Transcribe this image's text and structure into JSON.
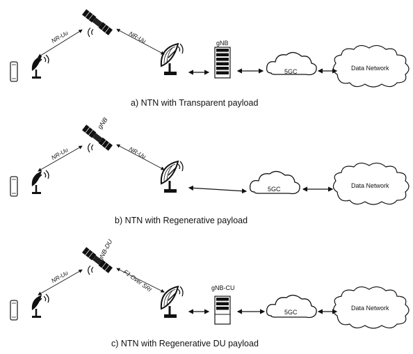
{
  "diagrams": [
    {
      "caption": "a)   NTN with Transparent payload",
      "link_left": "NR-Uu",
      "link_right": "NR-Uu",
      "satellite_label": "",
      "ground_label": "gNB",
      "core": "5GC",
      "network": "Data Network"
    },
    {
      "caption": "b)   NTN with Regenerative payload",
      "link_left": "NR-Uu",
      "link_right": "NR-Uu",
      "satellite_label": "gNB",
      "ground_label": "",
      "core": "5GC",
      "network": "Data Network"
    },
    {
      "caption": "c)   NTN with Regenerative DU payload",
      "link_left": "NR-Uu",
      "link_right": "F1 Over SRI",
      "satellite_label": "gNB-DU",
      "ground_label": "gNB-CU",
      "core": "5GC",
      "network": "Data Network"
    }
  ]
}
